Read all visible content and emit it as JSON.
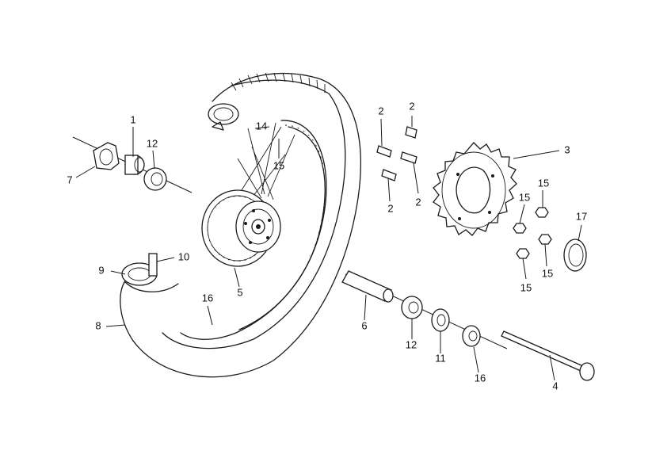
{
  "callouts": [
    {
      "id": "c1",
      "text": "1"
    },
    {
      "id": "c12a",
      "text": "12"
    },
    {
      "id": "c7",
      "text": "7"
    },
    {
      "id": "c14",
      "text": "14"
    },
    {
      "id": "c15a",
      "text": "15"
    },
    {
      "id": "c2a",
      "text": "2"
    },
    {
      "id": "c2b",
      "text": "2"
    },
    {
      "id": "c2c",
      "text": "2"
    },
    {
      "id": "c2d",
      "text": "2"
    },
    {
      "id": "c3",
      "text": "3"
    },
    {
      "id": "c15b",
      "text": "15"
    },
    {
      "id": "c15c",
      "text": "15"
    },
    {
      "id": "c15d",
      "text": "15"
    },
    {
      "id": "c15e",
      "text": "15"
    },
    {
      "id": "c17",
      "text": "17"
    },
    {
      "id": "c9",
      "text": "9"
    },
    {
      "id": "c10",
      "text": "10"
    },
    {
      "id": "c5",
      "text": "5"
    },
    {
      "id": "c16a",
      "text": "16"
    },
    {
      "id": "c8",
      "text": "8"
    },
    {
      "id": "c6",
      "text": "6"
    },
    {
      "id": "c12b",
      "text": "12"
    },
    {
      "id": "c11",
      "text": "11"
    },
    {
      "id": "c16b",
      "text": "16"
    },
    {
      "id": "c4",
      "text": "4"
    }
  ]
}
